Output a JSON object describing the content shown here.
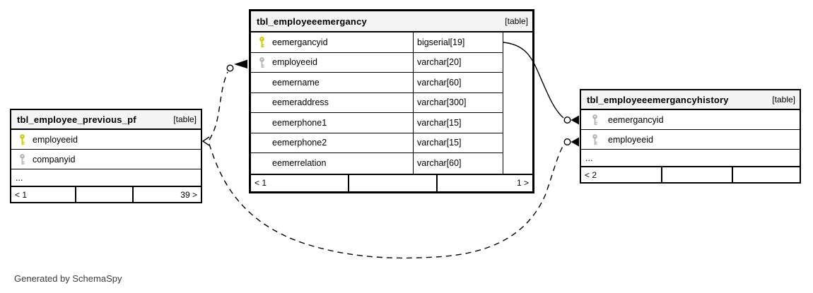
{
  "diagram": {
    "credit": "Generated by SchemaSpy"
  },
  "colors": {
    "header_bg": "#f4f4f4",
    "primary_key": "#cccc00",
    "foreign_key": "#b5b5b5",
    "border": "#000000"
  },
  "tables": {
    "previous_pf": {
      "title": "tbl_employee_previous_pf",
      "badge": "[table]",
      "columns": [
        {
          "name": "employeeid",
          "key": "primary"
        },
        {
          "name": "companyid",
          "key": "foreign"
        },
        {
          "name": "..."
        }
      ],
      "footer": {
        "left": "< 1",
        "middle": "",
        "right": "39 >"
      }
    },
    "emergancy": {
      "title": "tbl_employeeemergancy",
      "badge": "[table]",
      "columns": [
        {
          "name": "eemergancyid",
          "type": "bigserial[19]",
          "key": "primary"
        },
        {
          "name": "employeeid",
          "type": "varchar[20]",
          "key": "foreign"
        },
        {
          "name": "eemername",
          "type": "varchar[60]"
        },
        {
          "name": "eemeraddress",
          "type": "varchar[300]"
        },
        {
          "name": "eemerphone1",
          "type": "varchar[15]"
        },
        {
          "name": "eemerphone2",
          "type": "varchar[15]"
        },
        {
          "name": "eemerrelation",
          "type": "varchar[60]"
        }
      ],
      "footer": {
        "left": "< 1",
        "middle": "",
        "right": "1 >"
      }
    },
    "history": {
      "title": "tbl_employeeemergancyhistory",
      "badge": "[table]",
      "columns": [
        {
          "name": "eemergancyid",
          "key": "foreign"
        },
        {
          "name": "employeeid",
          "key": "foreign"
        },
        {
          "name": "..."
        }
      ],
      "footer": {
        "left": "< 2",
        "middle": "",
        "right": ""
      }
    }
  }
}
